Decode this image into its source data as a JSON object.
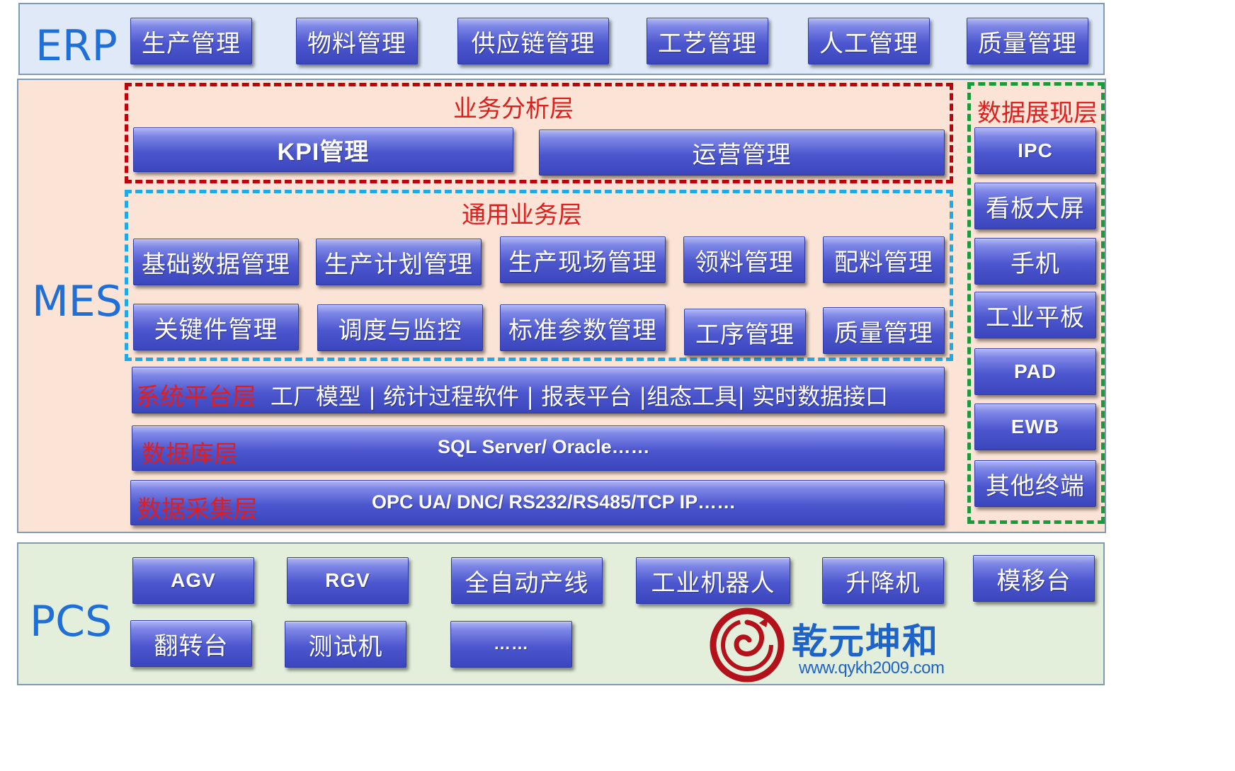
{
  "erp": {
    "label": "ERP",
    "items": [
      "生产管理",
      "物料管理",
      "供应链管理",
      "工艺管理",
      "人工管理",
      "质量管理"
    ]
  },
  "mes": {
    "label": "MES",
    "business_analysis": {
      "title": "业务分析层",
      "items": [
        "KPI管理",
        "运营管理"
      ]
    },
    "common_business": {
      "title": "通用业务层",
      "row1": [
        "基础数据管理",
        "生产计划管理",
        "生产现场管理",
        "领料管理",
        "配料管理"
      ],
      "row2": [
        "关键件管理",
        "调度与监控",
        "标准参数管理",
        "工序管理",
        "质量管理"
      ]
    },
    "system_platform": {
      "label": "系统平台层",
      "content": "工厂模型 | 统计过程软件 | 报表平台 |组态工具| 实时数据接口"
    },
    "database": {
      "label": "数据库层",
      "content": "SQL Server/ Oracle……"
    },
    "data_collection": {
      "label": "数据采集层",
      "content": "OPC UA/ DNC/ RS232/RS485/TCP IP……"
    },
    "presentation": {
      "title": "数据展现层",
      "items": [
        "IPC",
        "看板大屏",
        "手机",
        "工业平板",
        "PAD",
        "EWB",
        "其他终端"
      ]
    }
  },
  "pcs": {
    "label": "PCS",
    "row1": [
      "AGV",
      "RGV",
      "全自动产线",
      "工业机器人",
      "升降机",
      "模移台"
    ],
    "row2": [
      "翻转台",
      "测试机",
      "……"
    ]
  },
  "logo": {
    "name": "乾元坤和",
    "url": "www.qykh2009.com"
  },
  "colors": {
    "erp_band": "#dfe9f7",
    "mes_band": "#fbe4d5",
    "pcs_band": "#e3efda",
    "analysis_dash": "#c0000a",
    "common_dash": "#1fa9e6",
    "presentation_dash": "#1a9a3a",
    "layer_title": "#e01e1e",
    "band_label": "#1f6fd6"
  }
}
